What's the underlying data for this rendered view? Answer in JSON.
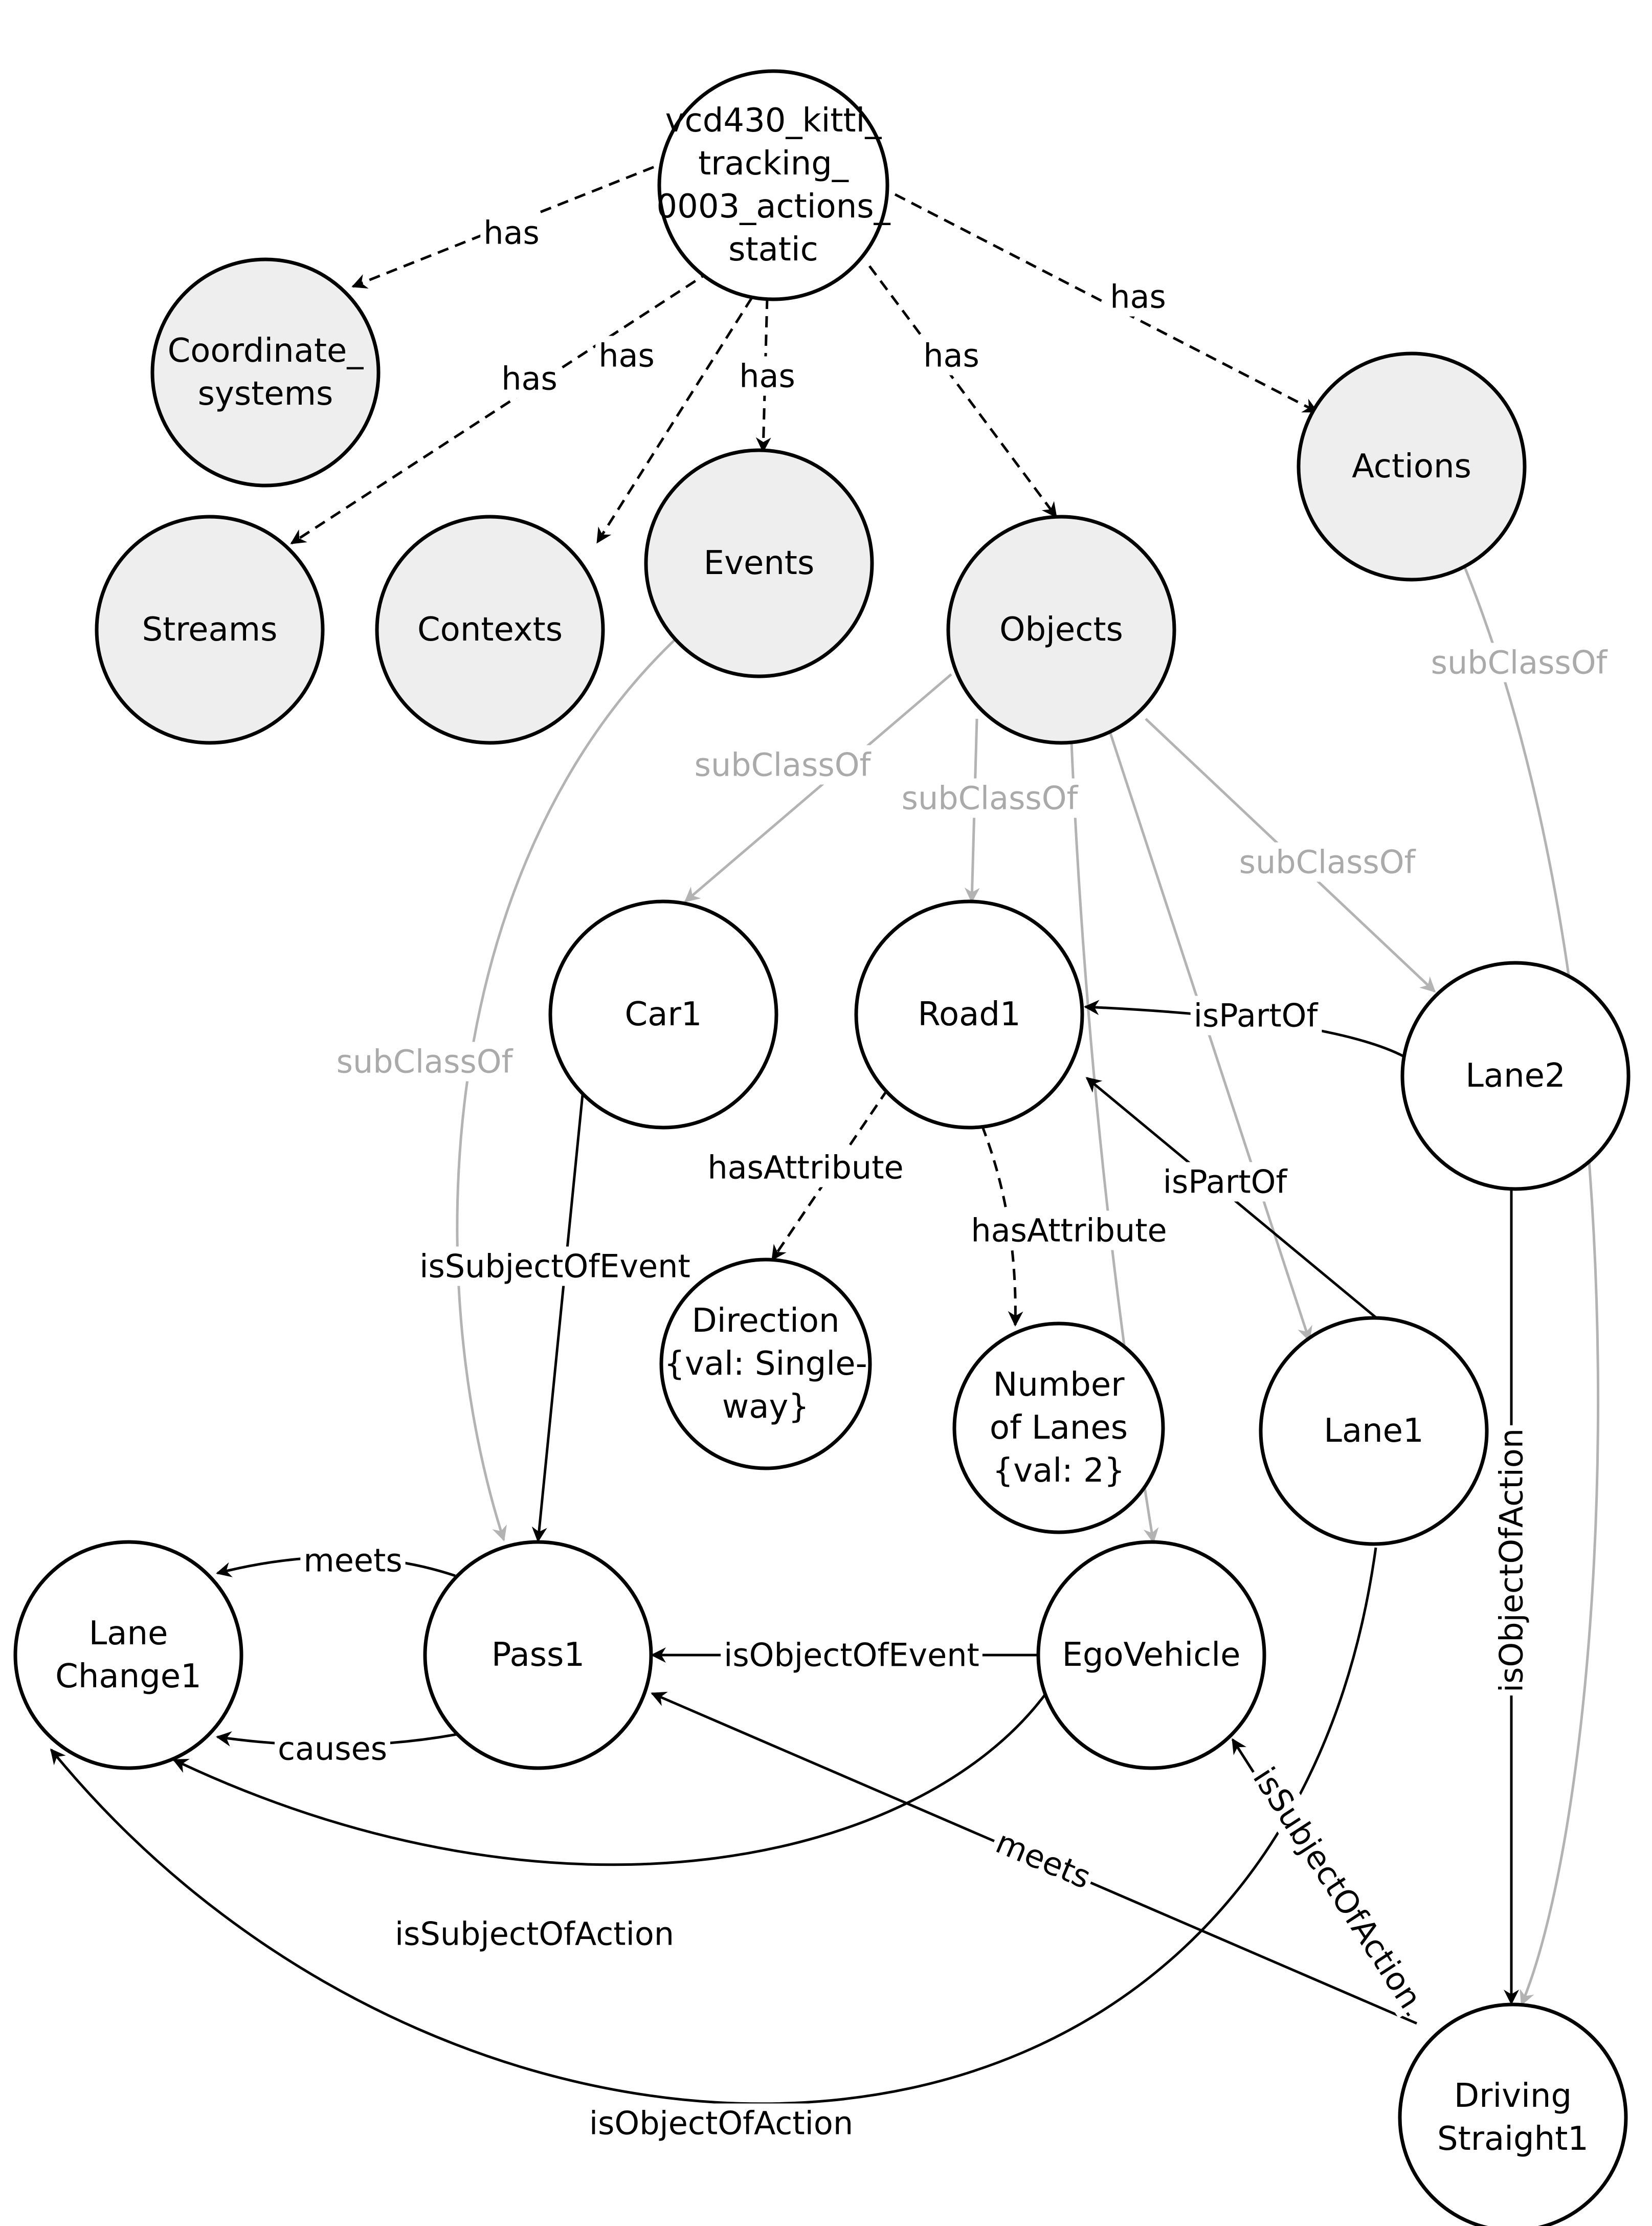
{
  "colors": {
    "class_fill": "#eeeeee",
    "instance_fill": "#ffffff",
    "node_stroke": "#000000",
    "black_edge": "#000000",
    "gray_edge": "#b3b3b3",
    "gray_label": "#aaaaaa"
  },
  "nodes": [
    {
      "id": "root",
      "lines": [
        "vcd430_kitti_",
        "tracking_",
        "0003_actions_",
        "static"
      ],
      "kind": "instance"
    },
    {
      "id": "coord",
      "lines": [
        "Coordinate_",
        "systems"
      ],
      "kind": "class"
    },
    {
      "id": "streams",
      "lines": [
        "Streams"
      ],
      "kind": "class"
    },
    {
      "id": "contexts",
      "lines": [
        "Contexts"
      ],
      "kind": "class"
    },
    {
      "id": "events",
      "lines": [
        "Events"
      ],
      "kind": "class"
    },
    {
      "id": "objects",
      "lines": [
        "Objects"
      ],
      "kind": "class"
    },
    {
      "id": "actions",
      "lines": [
        "Actions"
      ],
      "kind": "class"
    },
    {
      "id": "car1",
      "lines": [
        "Car1"
      ],
      "kind": "instance"
    },
    {
      "id": "road1",
      "lines": [
        "Road1"
      ],
      "kind": "instance"
    },
    {
      "id": "lane2",
      "lines": [
        "Lane2"
      ],
      "kind": "instance"
    },
    {
      "id": "direction",
      "lines": [
        "Direction",
        "{val: Single-",
        "way}"
      ],
      "kind": "instance"
    },
    {
      "id": "numlanes",
      "lines": [
        "Number",
        "of Lanes",
        "{val: 2}"
      ],
      "kind": "instance"
    },
    {
      "id": "lane1",
      "lines": [
        "Lane1"
      ],
      "kind": "instance"
    },
    {
      "id": "lanechange1",
      "lines": [
        "Lane",
        "Change1"
      ],
      "kind": "instance"
    },
    {
      "id": "pass1",
      "lines": [
        "Pass1"
      ],
      "kind": "instance"
    },
    {
      "id": "egovehicle",
      "lines": [
        "EgoVehicle"
      ],
      "kind": "instance"
    },
    {
      "id": "driving1",
      "lines": [
        "Driving",
        "Straight1"
      ],
      "kind": "instance"
    }
  ],
  "edges": [
    {
      "from": "root",
      "to": "coord",
      "label": "has",
      "style": "dashed"
    },
    {
      "from": "root",
      "to": "streams",
      "label": "has",
      "style": "dashed"
    },
    {
      "from": "root",
      "to": "contexts",
      "label": "has",
      "style": "dashed"
    },
    {
      "from": "root",
      "to": "events",
      "label": "has",
      "style": "dashed"
    },
    {
      "from": "root",
      "to": "objects",
      "label": "has",
      "style": "dashed"
    },
    {
      "from": "root",
      "to": "actions",
      "label": "has",
      "style": "dashed"
    },
    {
      "from": "objects",
      "to": "car1",
      "label": "subClassOf",
      "style": "gray"
    },
    {
      "from": "objects",
      "to": "road1",
      "label": "subClassOf",
      "style": "gray"
    },
    {
      "from": "objects",
      "to": "lane2",
      "label": "subClassOf",
      "style": "gray"
    },
    {
      "from": "objects",
      "to": "lane1",
      "label": "",
      "style": "gray"
    },
    {
      "from": "objects",
      "to": "egovehicle",
      "label": "",
      "style": "gray"
    },
    {
      "from": "events",
      "to": "pass1",
      "label": "subClassOf",
      "style": "gray"
    },
    {
      "from": "actions",
      "to": "driving1",
      "label": "subClassOf",
      "style": "gray"
    },
    {
      "from": "lane2",
      "to": "road1",
      "label": "isPartOf",
      "style": "solid"
    },
    {
      "from": "lane1",
      "to": "road1",
      "label": "isPartOf",
      "style": "solid"
    },
    {
      "from": "road1",
      "to": "direction",
      "label": "hasAttribute",
      "style": "dashed"
    },
    {
      "from": "road1",
      "to": "numlanes",
      "label": "hasAttribute",
      "style": "dashed"
    },
    {
      "from": "car1",
      "to": "pass1",
      "label": "isSubjectOfEvent",
      "style": "solid"
    },
    {
      "from": "lane2",
      "to": "driving1",
      "label": "isObjectOfAction",
      "style": "solid"
    },
    {
      "from": "pass1",
      "to": "lanechange1",
      "label": "meets",
      "style": "solid"
    },
    {
      "from": "pass1",
      "to": "lanechange1",
      "label": "causes",
      "style": "solid"
    },
    {
      "from": "egovehicle",
      "to": "pass1",
      "label": "isObjectOfEvent",
      "style": "solid"
    },
    {
      "from": "egovehicle",
      "to": "lanechange1",
      "label": "isSubjectOfAction",
      "style": "solid"
    },
    {
      "from": "driving1",
      "to": "pass1",
      "label": "meets",
      "style": "solid"
    },
    {
      "from": "driving1",
      "to": "egovehicle",
      "label": "isSubjectOfAction",
      "style": "solid"
    },
    {
      "from": "lane1",
      "to": "lanechange1",
      "label": "isObjectOfAction",
      "style": "solid"
    }
  ]
}
